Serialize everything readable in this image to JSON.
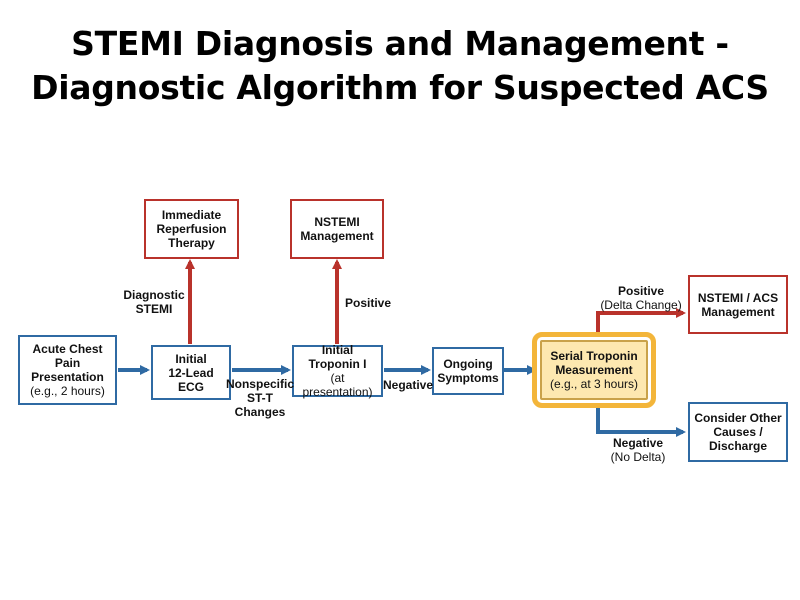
{
  "title": {
    "line1": "STEMI Diagnosis and Management -",
    "line2": "Diagnostic Algorithm for Suspected ACS"
  },
  "nodes": {
    "acute_chest_pain": {
      "lines": [
        "Acute Chest",
        "Pain",
        "Presentation"
      ],
      "sub": "(e.g., 2 hours)"
    },
    "ecg": {
      "lines": [
        "Initial",
        "12-Lead",
        "ECG"
      ]
    },
    "troponin_i": {
      "lines": [
        "Initial",
        "Troponin I"
      ],
      "sub": "(at presentation)"
    },
    "ongoing_symptoms": {
      "lines": [
        "Ongoing",
        "Symptoms"
      ]
    },
    "serial_troponin": {
      "lines": [
        "Serial Troponin",
        "Measurement"
      ],
      "sub": "(e.g., at 3 hours)"
    },
    "reperfusion": {
      "lines": [
        "Immediate",
        "Reperfusion",
        "Therapy"
      ]
    },
    "nstemi_mgmt": {
      "lines": [
        "NSTEMI",
        "Management"
      ]
    },
    "nstemi_acs": {
      "lines": [
        "NSTEMI / ACS",
        "Management"
      ]
    },
    "other_causes": {
      "lines": [
        "Consider Other",
        "Causes /",
        "Discharge"
      ]
    }
  },
  "edge_labels": {
    "diagnostic_stemi": [
      "Diagnostic",
      "STEMI"
    ],
    "nonspecific": [
      "Nonspecific",
      "ST-T",
      "Changes"
    ],
    "positive_trop": "Positive",
    "negative_trop": "Negative",
    "positive_delta": {
      "main": "Positive",
      "sub": "(Delta Change)"
    },
    "negative_delta": {
      "main": "Negative",
      "sub": "(No Delta)"
    }
  },
  "colors": {
    "blue": "#2f6aa3",
    "red": "#b9322b",
    "highlight_fill": "#fde8b0",
    "highlight_ring": "#f3b53a"
  }
}
